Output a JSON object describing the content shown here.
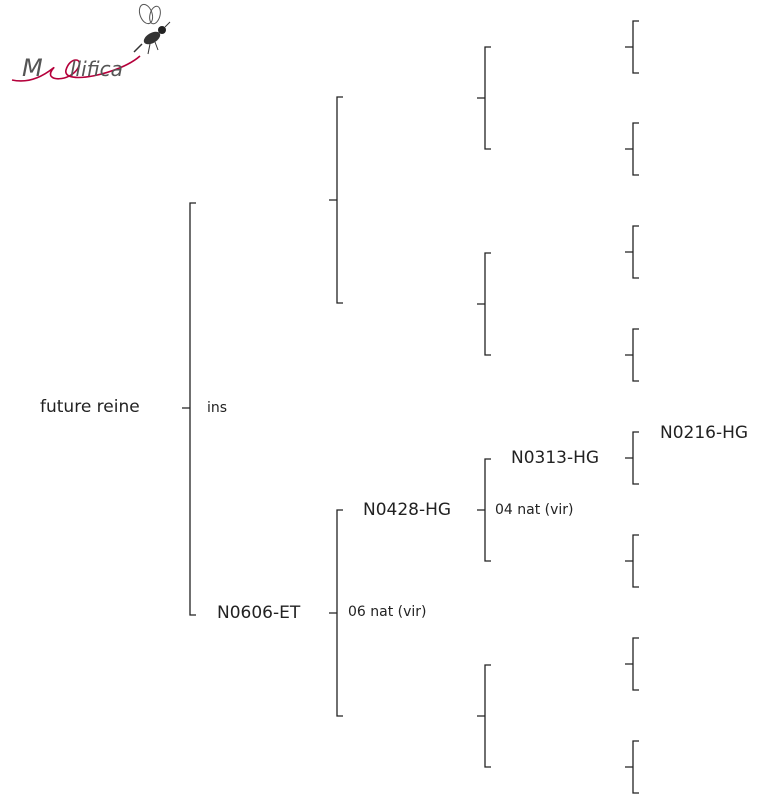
{
  "logo": {
    "name": "Mellifica",
    "prefix": "M",
    "suffix": "llifica",
    "colors": {
      "text": "#555555",
      "swoosh": "#b5003b",
      "bee": "#333333"
    }
  },
  "pedigree": {
    "root": {
      "name": "future reine",
      "insemination": "ins"
    },
    "sire_side": {
      "name": "",
      "insemination": ""
    },
    "dam_side": {
      "name": "N0606-ET",
      "insemination": "06 nat (vir)",
      "mother": {
        "name": "N0428-HG",
        "insemination": "04 nat (vir)",
        "mother": {
          "name": "N0313-HG",
          "mother": {
            "name": "N0216-HG"
          }
        }
      }
    }
  },
  "style": {
    "line_color": "#222222",
    "text_color": "#222222"
  }
}
